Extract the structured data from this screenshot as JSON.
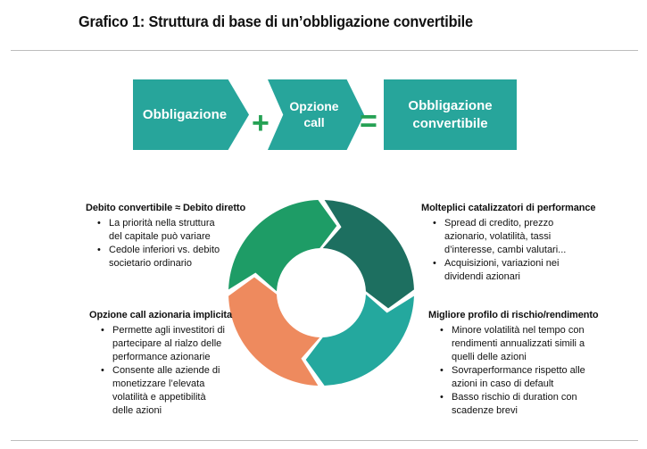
{
  "title": "Grafico 1: Struttura di base di un’obbligazione convertibile",
  "equation": {
    "term1": [
      "Obbligazione"
    ],
    "plus": "+",
    "term2": [
      "Opzione",
      "call"
    ],
    "equals": "=",
    "result": [
      "Obbligazione",
      "convertibile"
    ]
  },
  "colors": {
    "box_teal": "#27a59b",
    "operator_green": "#25a154",
    "seg_green": "#1e9c66",
    "seg_dark": "#1d6f60",
    "seg_teal": "#24a89e",
    "seg_orange": "#ee8a5e"
  },
  "sections": {
    "top_left": {
      "heading": "Debito convertibile ≈ Debito diretto",
      "bullets": [
        [
          "La priorità nella struttura",
          "del capitale può variare"
        ],
        [
          "Cedole inferiori vs. debito",
          "societario ordinario"
        ]
      ]
    },
    "bottom_left": {
      "heading": "Opzione call azionaria implicita",
      "bullets": [
        [
          "Permette agli investitori di",
          "partecipare al rialzo delle",
          "performance azionarie"
        ],
        [
          "Consente alle aziende di",
          "monetizzare l’elevata",
          "volatilità e appetibilità",
          "delle azioni"
        ]
      ]
    },
    "top_right": {
      "heading": "Molteplici catalizzatori di performance",
      "bullets": [
        [
          "Spread di credito, prezzo",
          "azionario, volatilità, tassi",
          "d’interesse, cambi valutari..."
        ],
        [
          "Acquisizioni, variazioni nei",
          "dividendi azionari"
        ]
      ]
    },
    "bottom_right": {
      "heading": "Migliore profilo di rischio/rendimento",
      "bullets": [
        [
          "Minore volatilità nel tempo con",
          "rendimenti annualizzati simili a",
          "quelli delle azioni"
        ],
        [
          "Sovraperformance rispetto alle",
          "azioni in caso di default"
        ],
        [
          "Basso rischio di duration con",
          "scadenze brevi"
        ]
      ]
    }
  }
}
